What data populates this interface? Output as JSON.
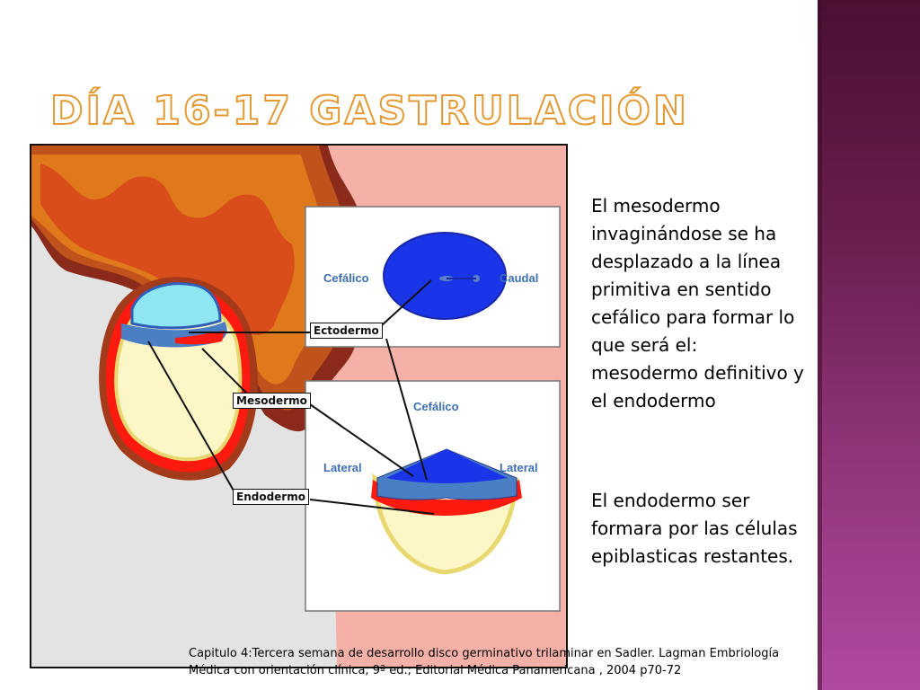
{
  "slide": {
    "title": "Día 16-17 gastrulación",
    "paragraph1": "El mesodermo invaginándose se ha desplazado a la línea primitiva en sentido cefálico para formar lo que será el: mesodermo definitivo y el endodermo",
    "paragraph2": "El endodermo ser formara por las células epiblasticas restantes.",
    "caption": "Capitulo 4:Tercera semana de desarrollo disco germinativo trilaminar en Sadler. Lagman Embriología  Médica con orientación clínica, 9ª ed.; Editorial Médica Panamericana , 2004 p70-72"
  },
  "figure": {
    "labels": {
      "ectodermo": "Ectodermo",
      "mesodermo": "Mesodermo",
      "endodermo": "Endodermo",
      "cefalico_top": "Cefálico",
      "caudal": "Caudal",
      "cefalico_bottom": "Cefálico",
      "lateral_left": "Lateral",
      "lateral_right": "Lateral"
    }
  },
  "theme": {
    "title_color": "#e39a35",
    "accent_purple": "#8f3478",
    "ectoderm_blue": "#2f5fb8",
    "mesoderm_red": "#e8271c",
    "endoderm_yellow": "#fdf7c7"
  }
}
